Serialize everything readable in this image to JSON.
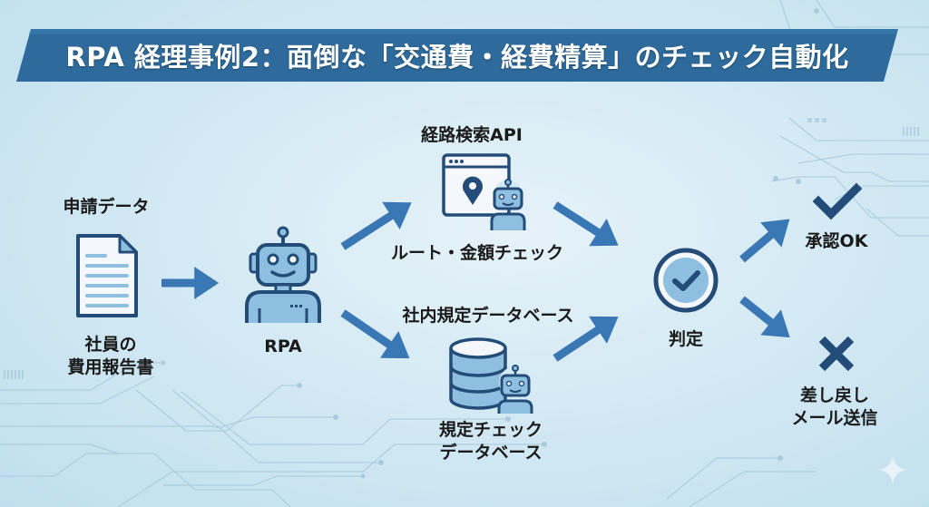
{
  "title": "RPA 経理事例2：面倒な「交通費・経費精算」のチェック自動化",
  "colors": {
    "banner": "#2e6b9c",
    "arrow": "#3a78b5",
    "icon_stroke": "#244c78",
    "icon_fill": "#8fbfe0"
  },
  "nodes": {
    "input": {
      "top_label": "申請データ",
      "icon": "document-icon",
      "bottom_label_line1": "社員の",
      "bottom_label_line2": "費用報告書"
    },
    "rpa": {
      "icon": "robot-icon",
      "label": "RPA"
    },
    "route_api": {
      "top_label": "経路検索API",
      "icon": "browser-map-pin-robot-icon",
      "bottom_label": "ルート・金額チェック"
    },
    "rules_db": {
      "top_label": "社内規定データベース",
      "icon": "database-robot-icon",
      "bottom_label_line1": "規定チェック",
      "bottom_label_line2": "データベース"
    },
    "judge": {
      "icon": "circle-check-icon",
      "label": "判定"
    },
    "approve": {
      "icon": "check-icon",
      "label": "承認OK"
    },
    "reject": {
      "icon": "x-icon",
      "label_line1": "差し戻し",
      "label_line2": "メール送信"
    }
  },
  "decoration": {
    "corner_icon": "sparkle-icon"
  }
}
